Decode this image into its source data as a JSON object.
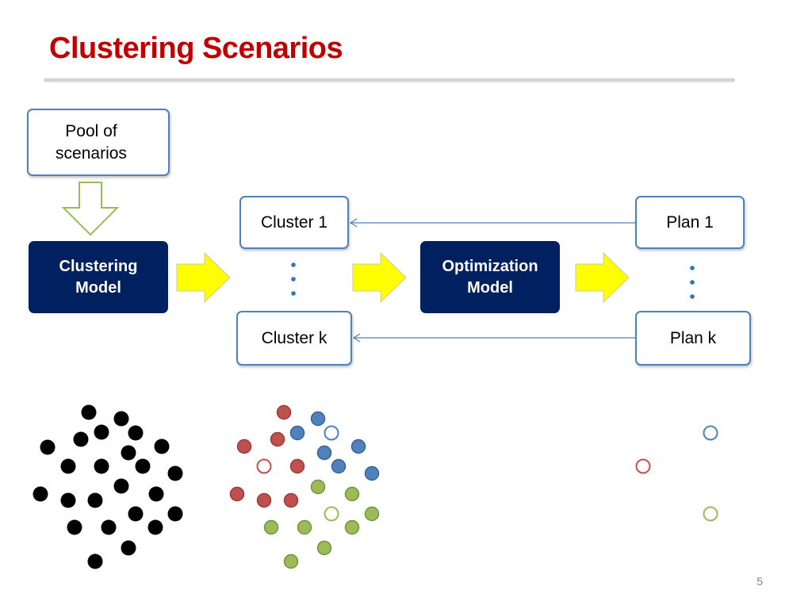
{
  "slide": {
    "title": "Clustering Scenarios",
    "page_number": "5"
  },
  "boxes": {
    "pool": "Pool of scenarios",
    "clustering_model": "Clustering Model",
    "optimization_model": "Optimization Model",
    "cluster_first": "Cluster 1",
    "cluster_last": "Cluster k",
    "plan_first": "Plan 1",
    "plan_last": "Plan k"
  },
  "colors": {
    "title": "#c00000",
    "box_border": "#4f81bd",
    "box_fill_dark": "#002060",
    "arrow_yellow": "#ffff00",
    "arrow_green_outline": "#9bbb59",
    "cluster_red": "#c0504d",
    "cluster_blue": "#4f81bd",
    "cluster_green": "#9bbb59",
    "scenario_black": "#000000"
  }
}
